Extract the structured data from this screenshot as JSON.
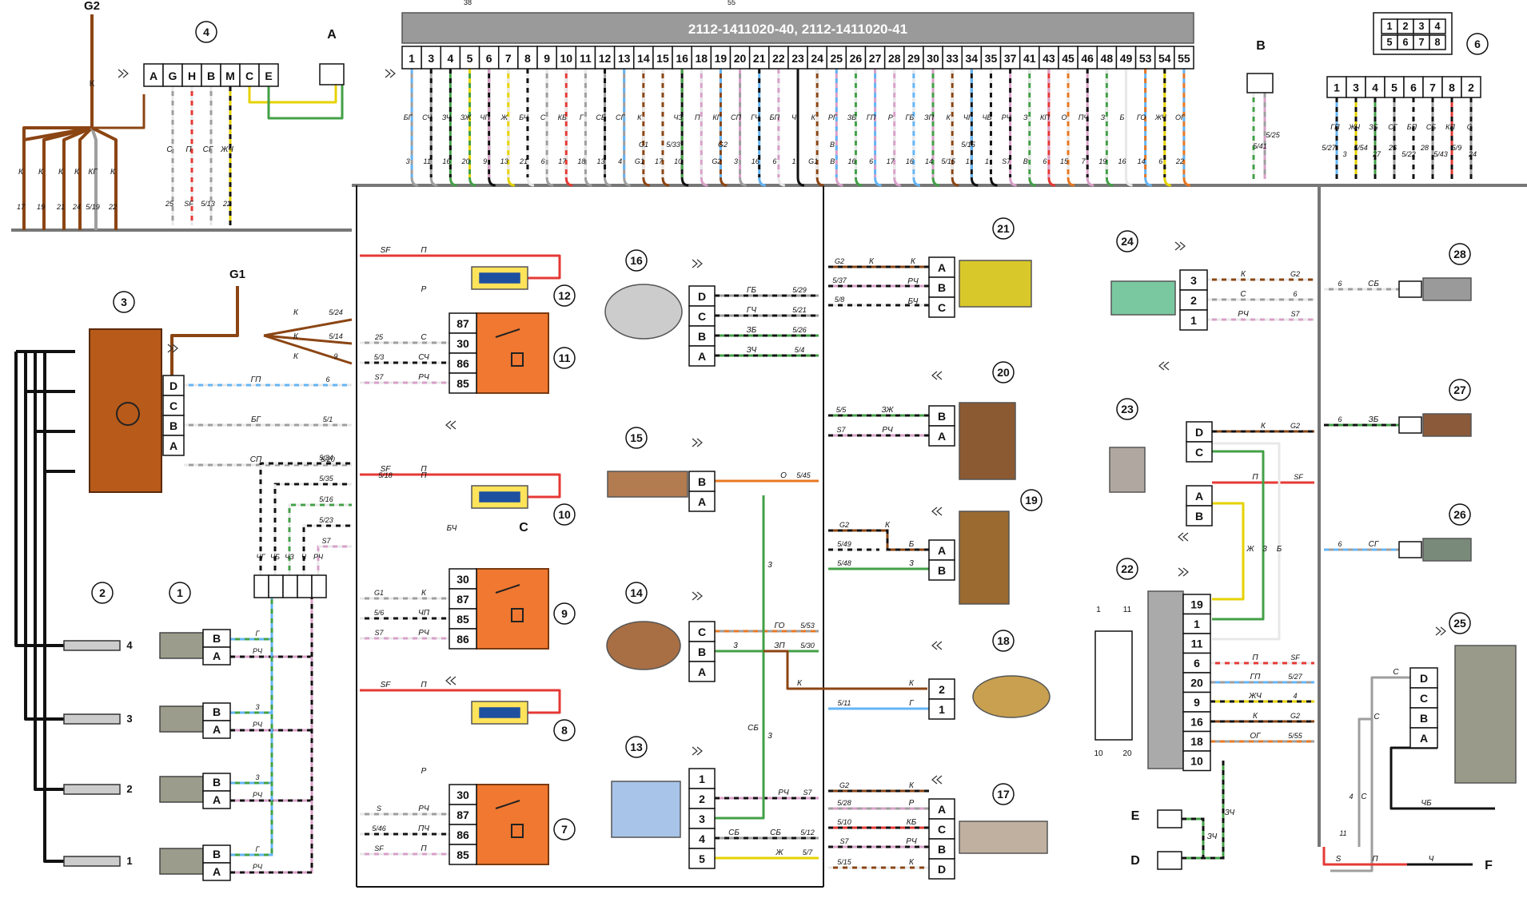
{
  "ecu": {
    "title": "2112-1411020-40,  2112-1411020-41",
    "pins": [
      "1",
      "3",
      "4",
      "5",
      "6",
      "7",
      "8",
      "9",
      "10",
      "11",
      "12",
      "13",
      "14",
      "15",
      "16",
      "18",
      "19",
      "20",
      "21",
      "22",
      "23",
      "24",
      "25",
      "26",
      "27",
      "28",
      "29",
      "30",
      "33",
      "34",
      "35",
      "37",
      "41",
      "43",
      "45",
      "46",
      "48",
      "49",
      "53",
      "54",
      "55"
    ],
    "wire_codes": [
      "БГ",
      "СЧ",
      "ЗЧ",
      "ЗЖ",
      "ЧП",
      "Ж",
      "БЧ",
      "С",
      "КБ",
      "Г",
      "СБ",
      "СГ",
      "К",
      "",
      "ЧЗ",
      "П",
      "КГ",
      "СП",
      "ГЧ",
      "БП",
      "Ч",
      "К",
      "РГ",
      "ЗБ",
      "ГП",
      "Р",
      "ГБ",
      "ЗП",
      "К",
      "ЧГ",
      "ЧБ",
      "РЧ",
      "З",
      "КП",
      "О",
      "ПЧ",
      "З",
      "Б",
      "ГО",
      "ЖЧ",
      "ОГ"
    ],
    "bottom_refs": [
      "3",
      "11",
      "16",
      "20",
      "9",
      "13",
      "21",
      "6",
      "17",
      "18",
      "13",
      "4",
      "G1",
      "17",
      "10",
      "",
      "G2",
      "3",
      "16",
      "6",
      "1",
      "G1",
      "В",
      "16",
      "6",
      "17",
      "16",
      "14",
      "5/15",
      "1",
      "1",
      "S7",
      "В",
      "6",
      "15",
      "7",
      "19",
      "16",
      "14",
      "6",
      "22"
    ],
    "mid_labels": [
      "G1",
      "5/33",
      "G2",
      "B",
      "5/15"
    ]
  },
  "top_marks": {
    "left": "38",
    "center": "55"
  },
  "connector_6": {
    "label": "6",
    "pins": [
      "1",
      "3",
      "4",
      "5",
      "6",
      "7",
      "8",
      "2"
    ],
    "grid_top": [
      "1",
      "2",
      "3",
      "4"
    ],
    "grid_bottom": [
      "5",
      "6",
      "7",
      "8"
    ],
    "wire_codes": [
      "ГП",
      "ЖЧ",
      "ЗБ",
      "СГ",
      "БП",
      "СБ",
      "КП",
      "С"
    ],
    "bottom_refs": [
      "5/27",
      "3",
      "5/54",
      "27",
      "26",
      "5/22",
      "28",
      "5/43",
      "5/9",
      "24"
    ]
  },
  "block_4": {
    "label": "4",
    "pins": [
      "A",
      "G",
      "H",
      "B",
      "M",
      "C",
      "E"
    ],
    "wire_codes": [
      "С",
      "П",
      "СГ",
      "ЖЧ"
    ],
    "bottom_refs": [
      "25",
      "SF",
      "5/13",
      "22"
    ]
  },
  "left_harness": {
    "wire_code": "К",
    "labels": [
      "К",
      "К",
      "К",
      "К",
      "КГ",
      "К"
    ],
    "bottom_refs": [
      "17",
      "19",
      "21",
      "24",
      "5/19",
      "22"
    ]
  },
  "labels": {
    "g2": "G2",
    "g1": "G1",
    "a": "A",
    "b": "B",
    "c": "C",
    "d": "D",
    "e": "E",
    "f": "F",
    "pin_refs": [
      "5/41",
      "5/25"
    ]
  },
  "ignition": {
    "label": "3",
    "pins": [
      "D",
      "C",
      "B",
      "A"
    ],
    "wires": [
      "ГП",
      "БГ",
      "СП"
    ],
    "refs": [
      "6",
      "5/1",
      "5/20"
    ],
    "feed": [
      "К",
      "К",
      "К"
    ],
    "feed_refs": [
      "5/24",
      "5/14",
      "9"
    ]
  },
  "injector_bundle": {
    "refs": [
      "5/34",
      "5/35",
      "5/16",
      "5/23",
      "S7"
    ],
    "codes": [
      "ЧГ",
      "ЧБ",
      "ЧЗ",
      "Ч",
      "РЧ"
    ]
  },
  "injectors": {
    "label": "1",
    "pins": [
      "B",
      "A"
    ],
    "wires": [
      "Г",
      "РЧ",
      "3",
      "РЧ",
      "3",
      "РЧ",
      "Г",
      "РЧ"
    ]
  },
  "spark_plugs": {
    "label": "2",
    "numbers": [
      "4",
      "3",
      "2",
      "1"
    ]
  },
  "relays": [
    {
      "label": "11",
      "fuse": "12",
      "pins": [
        "87",
        "30",
        "86",
        "85"
      ],
      "wires": [
        "С",
        "СЧ",
        "РЧ"
      ],
      "refs": [
        "25",
        "5/3",
        "S7"
      ],
      "feed": [
        "SF",
        "П"
      ],
      "fuse_wire": "Р"
    },
    {
      "label": "9",
      "fuse": "10",
      "pins": [
        "30",
        "87",
        "85",
        "86"
      ],
      "wires": [
        "К",
        "ЧП",
        "РЧ"
      ],
      "refs": [
        "G1",
        "5/6",
        "S7"
      ],
      "feed": [
        "SF",
        "П",
        "5/18",
        "П"
      ],
      "c_wire": "БЧ"
    },
    {
      "label": "7",
      "fuse": "8",
      "pins": [
        "30",
        "87",
        "86",
        "85"
      ],
      "wires": [
        "РЧ",
        "ПЧ",
        "П"
      ],
      "refs": [
        "S",
        "5/46",
        "SF"
      ],
      "feed": [
        "SF",
        "П"
      ],
      "fuse_wire": "Р"
    }
  ],
  "sensor_16": {
    "label": "16",
    "pins": [
      "D",
      "C",
      "B",
      "A"
    ],
    "wires": [
      "ГБ",
      "ГЧ",
      "ЗБ",
      "ЗЧ"
    ],
    "refs": [
      "5/29",
      "5/21",
      "5/26",
      "5/4"
    ]
  },
  "sensor_15": {
    "label": "15",
    "pins": [
      "B",
      "A"
    ],
    "wires": [
      "О"
    ],
    "refs": [
      "5/45"
    ]
  },
  "sensor_14": {
    "label": "14",
    "pins": [
      "C",
      "B",
      "A"
    ],
    "wires": [
      "ГО",
      "3",
      "ЗП"
    ],
    "refs": [
      "5/53",
      "5/30"
    ]
  },
  "sensor_13": {
    "label": "13",
    "pins": [
      "1",
      "2",
      "3",
      "4",
      "5"
    ],
    "wires": [
      "РЧ",
      "СБ",
      "СБ",
      "Ж"
    ],
    "refs": [
      "S7",
      "5/12",
      "5/7"
    ]
  },
  "vertical_wires": {
    "codes": [
      "3",
      "3",
      "СБ",
      "К"
    ]
  },
  "sensor_21": {
    "label": "21",
    "pins": [
      "A",
      "B",
      "C"
    ],
    "wires": [
      "К",
      "К",
      "РЧ",
      "БЧ"
    ],
    "refs": [
      "G2",
      "5/37",
      "5/8"
    ]
  },
  "sensor_20": {
    "label": "20",
    "pins": [
      "B",
      "A"
    ],
    "wires": [
      "ЗЖ",
      "РЧ"
    ],
    "refs": [
      "5/5",
      "S7"
    ]
  },
  "sensor_19": {
    "label": "19",
    "pins": [
      "A",
      "B"
    ],
    "wires": [
      "К",
      "Б",
      "3"
    ],
    "refs": [
      "G2",
      "5/49",
      "5/48"
    ]
  },
  "sensor_18": {
    "label": "18",
    "pins": [
      "2",
      "1"
    ],
    "wires": [
      "К",
      "Г"
    ],
    "refs": [
      "5/11"
    ]
  },
  "sensor_17": {
    "label": "17",
    "pins": [
      "A",
      "C",
      "B",
      "D"
    ],
    "wires": [
      "К",
      "Р",
      "КБ",
      "РЧ",
      "К"
    ],
    "refs": [
      "G2",
      "5/28",
      "5/10",
      "S7",
      "5/15"
    ]
  },
  "sensor_24": {
    "label": "24",
    "pins": [
      "3",
      "2",
      "1"
    ],
    "wires": [
      "К",
      "С",
      "РЧ"
    ],
    "refs": [
      "G2",
      "6",
      "S7"
    ]
  },
  "sensor_23": {
    "label": "23",
    "pins": [
      "D",
      "C",
      "A",
      "B"
    ],
    "wires": [
      "К",
      "П"
    ],
    "refs": [
      "G2",
      "SF"
    ],
    "side": [
      "Ж",
      "3",
      "Б"
    ]
  },
  "diag_22": {
    "label": "22",
    "pins": [
      "19",
      "1",
      "11",
      "6",
      "20",
      "9",
      "16",
      "18",
      "10"
    ],
    "wires": [
      "П",
      "ГП",
      "ЖЧ",
      "К",
      "ОГ"
    ],
    "refs": [
      "SF",
      "5/27",
      "4",
      "G2",
      "5/55"
    ],
    "small": [
      "1",
      "11",
      "10",
      "20"
    ],
    "bottom_wire": "ЗЧ"
  },
  "sensors_right": [
    {
      "label": "28",
      "wire": "СБ",
      "ref": "6"
    },
    {
      "label": "27",
      "wire": "ЗБ",
      "ref": "6"
    },
    {
      "label": "26",
      "wire": "СГ",
      "ref": "6"
    }
  ],
  "sensor_25": {
    "label": "25",
    "pins": [
      "D",
      "C",
      "B",
      "A"
    ],
    "wires": [
      "С",
      "С",
      "С",
      "ЧБ"
    ],
    "refs": [
      "4",
      "11"
    ]
  },
  "bottom_right": {
    "s": "S",
    "p": "П",
    "ch": "Ч"
  },
  "ground_e": {
    "wire": "ЗЧ"
  }
}
